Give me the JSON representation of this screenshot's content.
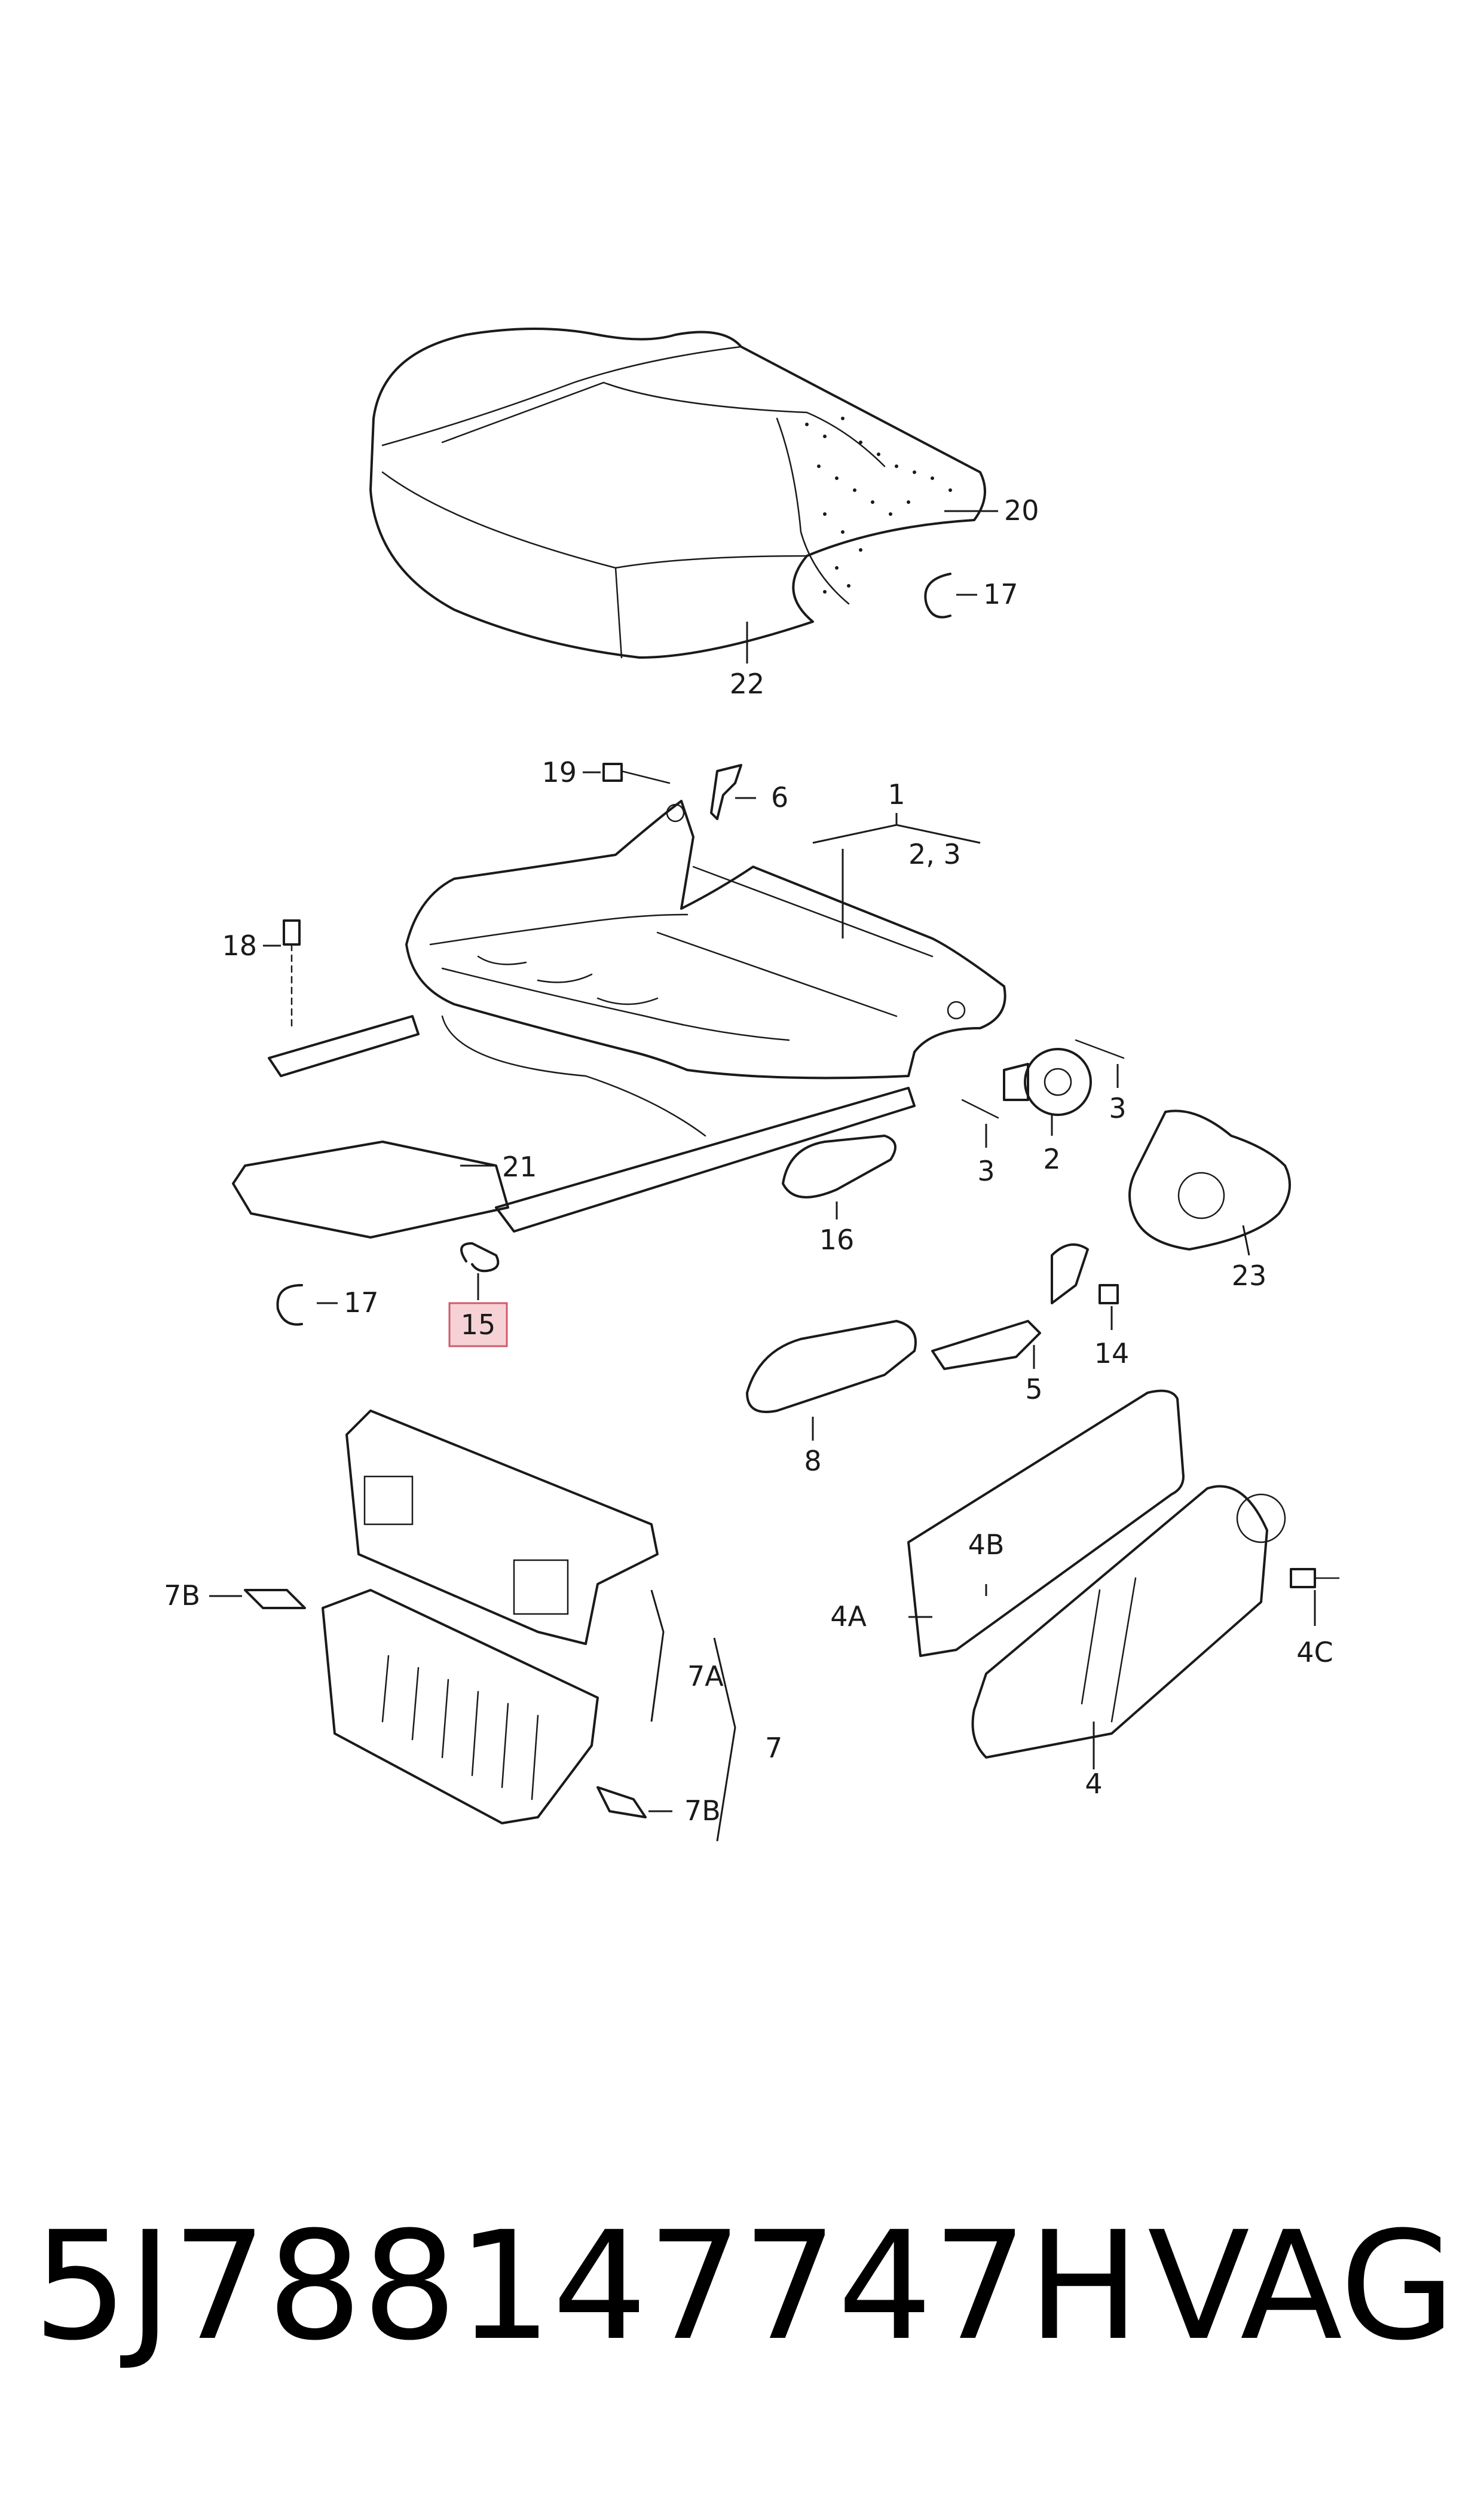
{
  "diagram": {
    "callouts": {
      "c1": "1",
      "c2_3": "2, 3",
      "c2": "2",
      "c3a": "3",
      "c3b": "3",
      "c4": "4",
      "c4a": "4A",
      "c4b": "4B",
      "c4c": "4C",
      "c5": "5",
      "c6": "6",
      "c7": "7",
      "c7a": "7A",
      "c7b_left": "7B",
      "c7b_right": "7B",
      "c8": "8",
      "c14": "14",
      "c15": "15",
      "c16": "16",
      "c17_top": "17",
      "c17_bottom": "17",
      "c18": "18",
      "c19": "19",
      "c20": "20",
      "c21": "21",
      "c22": "22",
      "c23": "23"
    },
    "highlighted_callout": "15",
    "highlight_color": "#f6d2d6",
    "highlight_border": "#d05a6a"
  },
  "footer": {
    "part_number": "5J788147747H",
    "brand": "VAG"
  }
}
